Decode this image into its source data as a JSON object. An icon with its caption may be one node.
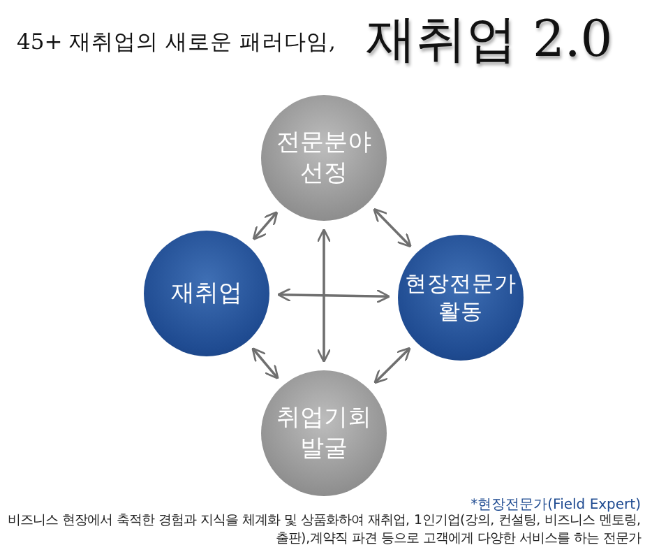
{
  "diagram": {
    "title": "재취업 2.0",
    "nodes": [
      {
        "text": [
          "전문분야 선정"
        ]
      },
      {
        "text": [
          "재취업"
        ]
      },
      {
        "text": [
          "현장전문가 활동"
        ]
      },
      {
        "text": [
          "취업기회 발굴"
        ]
      }
    ],
    "edges": [
      {
        "from": 0,
        "to": 1,
        "arrow": "both"
      },
      {
        "from": 0,
        "to": 2,
        "arrow": "both"
      },
      {
        "from": 1,
        "to": 3,
        "arrow": "both"
      },
      {
        "from": 2,
        "to": 3,
        "arrow": "both"
      },
      {
        "from": 1,
        "to": 2,
        "arrow": "both"
      },
      {
        "from": 0,
        "to": 3,
        "arrow": "both"
      }
    ],
    "labels": [
      "45+ 재취업의 새로운 패러다임,",
      "*현장전문가(Field Expert)",
      "비즈니스 현장에서 축적한 경험과 지식을 체계화 및 상품화하여 재취업, 1인기업(강의, 컨설팅, 비즈니스 멘토링, 출판),계약직 파견 등으로 고객에게 다양한 서비스를 하는 전문가"
    ]
  }
}
